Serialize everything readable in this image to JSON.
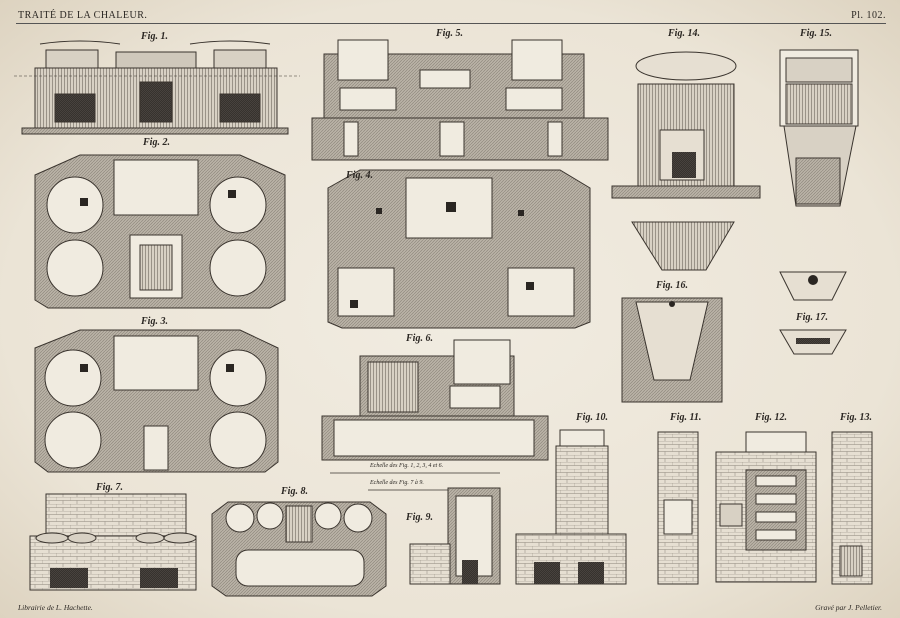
{
  "header": {
    "title": "TRAITÉ DE LA CHALEUR.",
    "plate": "Pl. 102."
  },
  "footer": {
    "publisher": "Librairie de L. Hachette.",
    "engraver": "Gravé par J. Pelletier."
  },
  "figures": {
    "f1": "Fig. 1.",
    "f2": "Fig. 2.",
    "f3": "Fig. 3.",
    "f4": "Fig. 4.",
    "f5": "Fig. 5.",
    "f6": "Fig. 6.",
    "f7": "Fig. 7.",
    "f8": "Fig. 8.",
    "f9": "Fig. 9.",
    "f10": "Fig. 10.",
    "f11": "Fig. 11.",
    "f12": "Fig. 12.",
    "f13": "Fig. 13.",
    "f14": "Fig. 14.",
    "f15": "Fig. 15.",
    "f16": "Fig. 16.",
    "f17": "Fig. 17."
  },
  "scales": {
    "s1": "Echelle des Fig. 1, 2, 3, 4 et 6.",
    "s2": "Echelle des Fig. 7 à 9."
  }
}
